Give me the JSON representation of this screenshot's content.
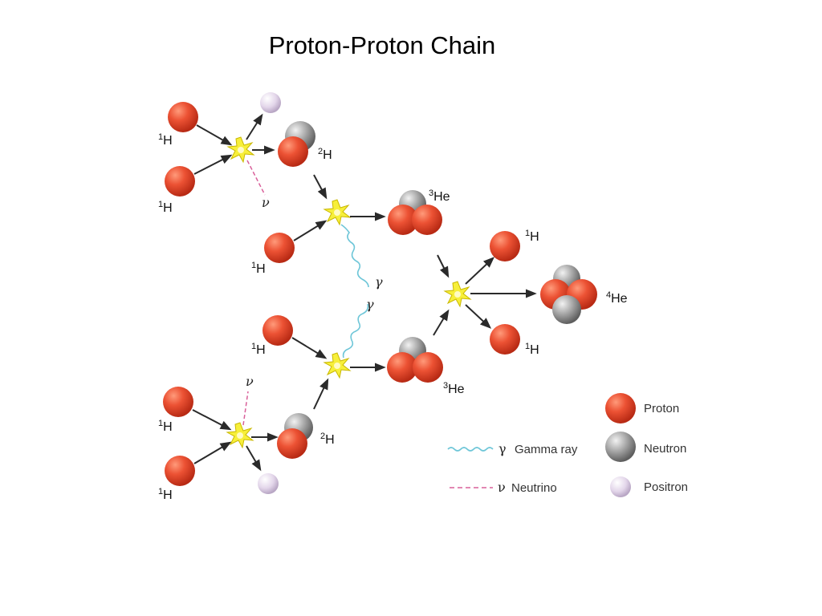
{
  "title": "Proton-Proton Chain",
  "nucleus_labels": {
    "h1_a": {
      "mass": "1",
      "symbol": "H"
    },
    "h1_b": {
      "mass": "1",
      "symbol": "H"
    },
    "h2_top": {
      "mass": "2",
      "symbol": "H"
    },
    "h1_c": {
      "mass": "1",
      "symbol": "H"
    },
    "he3_top": {
      "mass": "3",
      "symbol": "He"
    },
    "h1_out_top": {
      "mass": "1",
      "symbol": "H"
    },
    "he4": {
      "mass": "4",
      "symbol": "He"
    },
    "h1_out_bottom": {
      "mass": "1",
      "symbol": "H"
    },
    "h1_d": {
      "mass": "1",
      "symbol": "H"
    },
    "he3_bottom": {
      "mass": "3",
      "symbol": "He"
    },
    "h1_e": {
      "mass": "1",
      "symbol": "H"
    },
    "h2_bottom": {
      "mass": "2",
      "symbol": "H"
    },
    "h1_f": {
      "mass": "1",
      "symbol": "H"
    }
  },
  "symbols": {
    "neutrino_top": "ν",
    "neutrino_bottom": "ν",
    "gamma_top": "γ",
    "gamma_bottom": "γ"
  },
  "legend": {
    "gamma_symbol": "γ",
    "gamma_label": "Gamma ray",
    "neutrino_symbol": "ν",
    "neutrino_label": "Neutrino",
    "proton_label": "Proton",
    "neutron_label": "Neutron",
    "positron_label": "Positron"
  },
  "colors": {
    "proton": "#e8482e",
    "neutron": "#9a9a9a",
    "positron": "#ddd0e6",
    "flash": "#f7ef3a",
    "gamma_wave": "#6ec6d8",
    "neutrino_dash": "#d9609a"
  }
}
